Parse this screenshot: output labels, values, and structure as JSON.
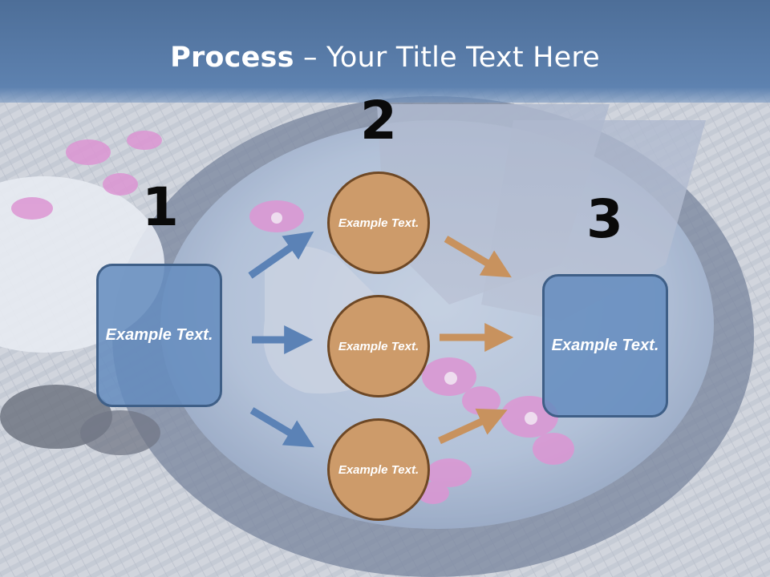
{
  "slide": {
    "title_bold": "Process",
    "title_rest": " – Your Title Text Here",
    "background_image": "spa-foot-bath-photo",
    "colors": {
      "header": "#5e82b0",
      "box_fill": "#648cbe",
      "box_border": "#3f5f87",
      "circle_fill": "#cd9b6a",
      "circle_border": "#6e4825",
      "arrow_blue": "#5b82b6",
      "arrow_orange": "#c8925e"
    }
  },
  "steps": {
    "one": "1",
    "two": "2",
    "three": "3"
  },
  "left_box": {
    "text": "Example Text."
  },
  "right_box": {
    "text": "Example Text."
  },
  "circles": [
    {
      "text": "Example Text."
    },
    {
      "text": "Example Text."
    },
    {
      "text": "Example Text."
    }
  ]
}
